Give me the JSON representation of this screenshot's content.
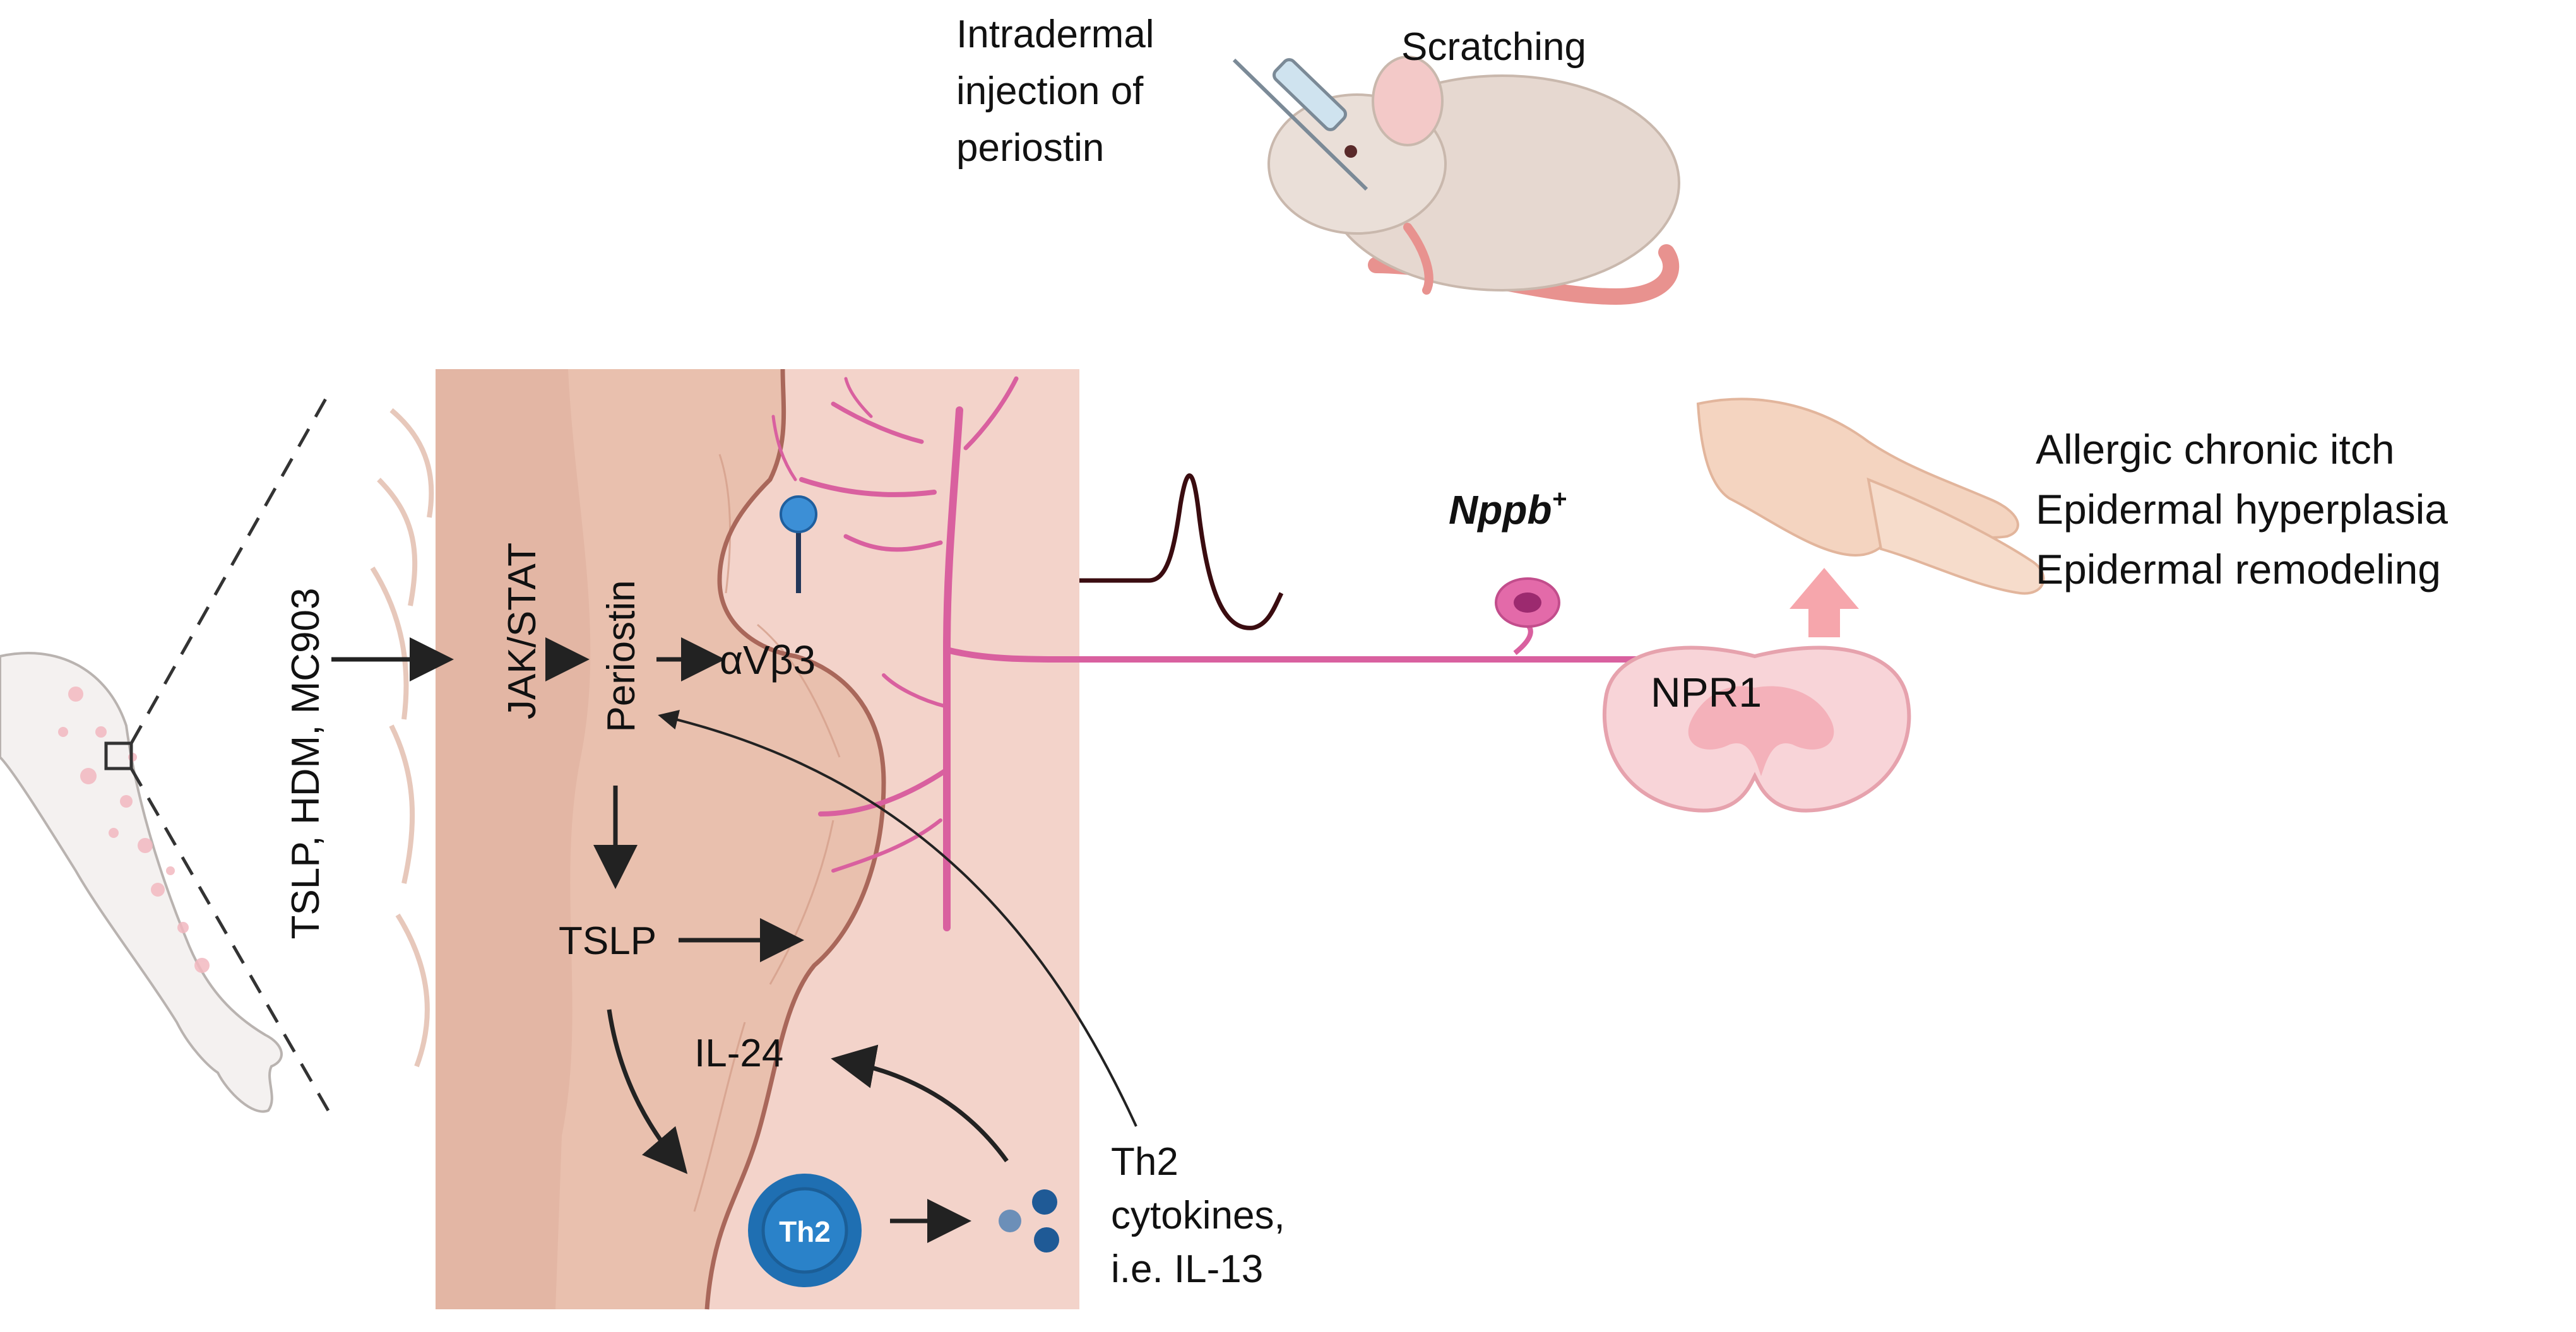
{
  "figure": {
    "inducers_label": "TSLP, HDM, MC903",
    "jak_stat_label": "JAK/STAT",
    "periostin_label": "Periostin",
    "integrin_label": "αVβ3",
    "tslp_label": "TSLP",
    "il24_label": "IL-24",
    "th2_cell_label": "Th2",
    "th2_cytokines": {
      "line1": "Th2",
      "line2": "cytokines,",
      "line3": "i.e. IL-13"
    },
    "injection": {
      "line1": "Intradermal",
      "line2": "injection of",
      "line3": "periostin"
    },
    "scratching_label": "Scratching",
    "neuron_label_main": "Nppb",
    "neuron_label_sup": "+",
    "receptor_label": "NPR1",
    "outcomes": [
      "Allergic chronic itch",
      "Epidermal hyperplasia",
      "Epidermal remodeling"
    ]
  },
  "colors": {
    "dermis": "#f3d3ca",
    "epidermis_layer": "#e8bfae",
    "nerve": "#d9609f",
    "arrow": "#222222",
    "th2_cell": "#1f6fb2",
    "skin": "#f6dccb",
    "mouse": "#e6d8d0",
    "mouse_tail": "#e8928f",
    "spinal_cord": "#f5c2c8",
    "up_arrow": "#f6a6ac",
    "action_potential": "#3a0c10"
  },
  "icons": [
    "arm-illustration",
    "mouse-illustration",
    "syringe-icon",
    "hand-scratching-illustration",
    "spinal-cord-icon",
    "neuron-soma-icon",
    "th2-cell-icon",
    "cytokine-dots-icon",
    "integrin-receptor-icon"
  ]
}
